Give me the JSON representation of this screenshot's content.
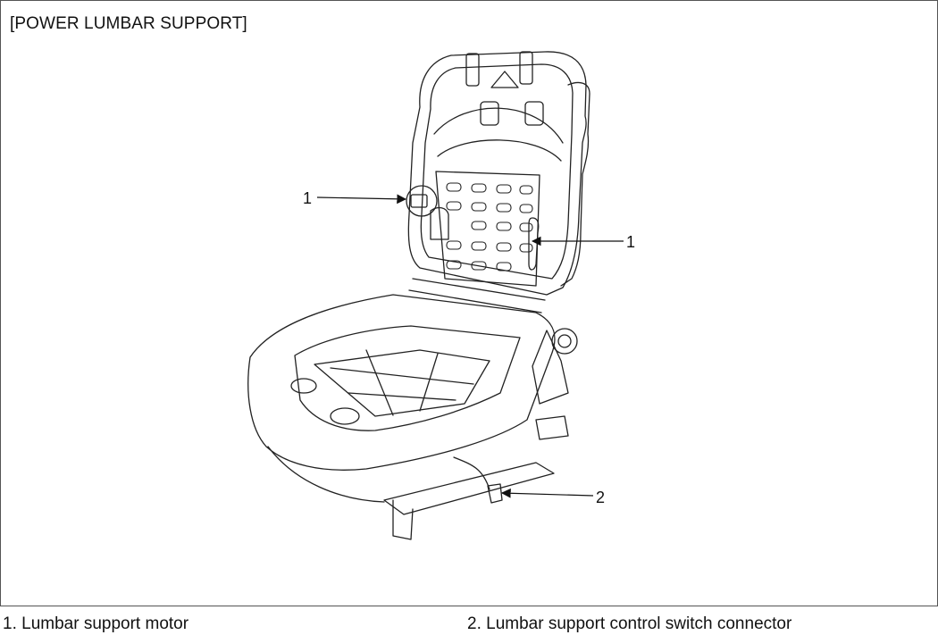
{
  "figure": {
    "title": "[POWER LUMBAR SUPPORT]",
    "callouts": [
      {
        "id": "motor-left",
        "label": "1"
      },
      {
        "id": "motor-right",
        "label": "1"
      },
      {
        "id": "connector",
        "label": "2"
      }
    ]
  },
  "captions": [
    {
      "number": "1.",
      "text": "Lumbar support motor"
    },
    {
      "number": "2.",
      "text": "Lumbar support control switch connector"
    }
  ],
  "colors": {
    "line": "#222222",
    "frame": "#555555",
    "background": "#ffffff"
  }
}
